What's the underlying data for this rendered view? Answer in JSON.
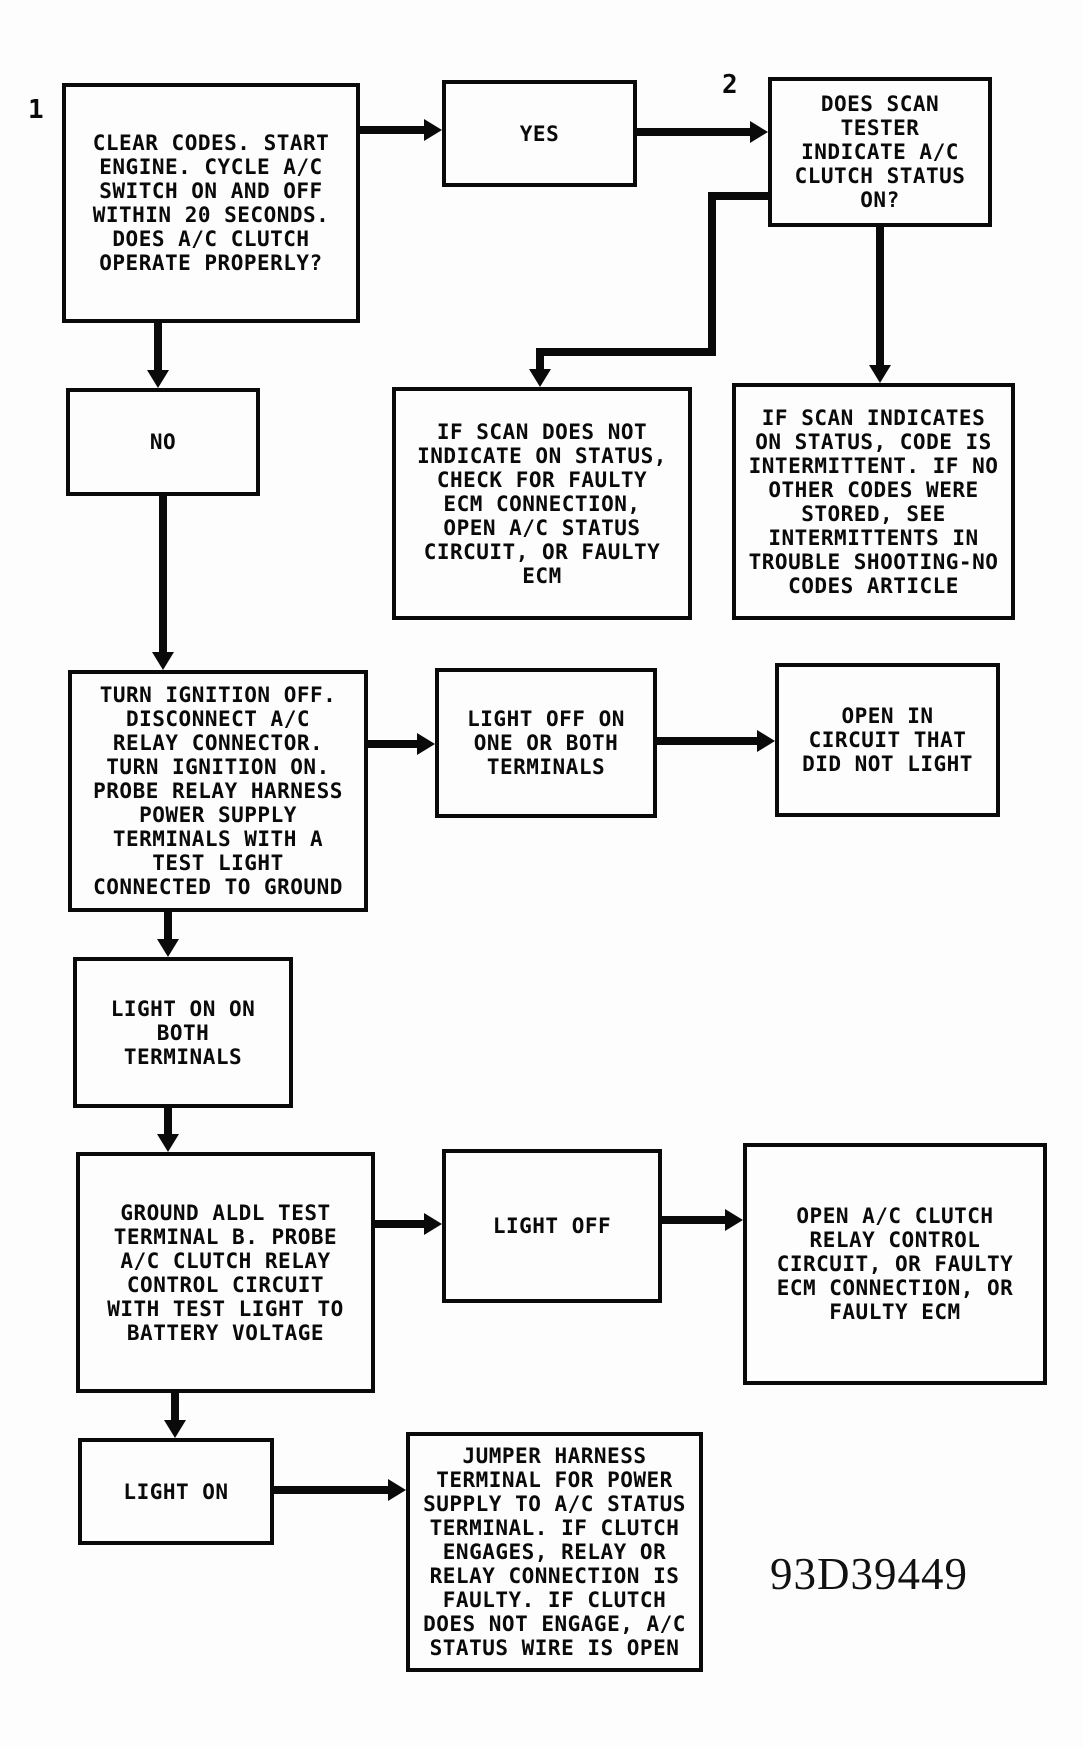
{
  "figure": {
    "id_code": "93D39449"
  },
  "colors": {
    "ink": "#0a0a0a",
    "paper": "#fdfdfd"
  },
  "nodes": [
    {
      "label": "1",
      "text": "CLEAR CODES. START\nENGINE. CYCLE A/C\nSWITCH ON AND OFF\nWITHIN 20 SECONDS.\nDOES A/C CLUTCH\nOPERATE PROPERLY?"
    },
    {
      "text": "YES"
    },
    {
      "label": "2",
      "text": "DOES SCAN\nTESTER\nINDICATE A/C\nCLUTCH STATUS\nON?"
    },
    {
      "text": "IF SCAN DOES NOT\nINDICATE ON STATUS,\nCHECK FOR FAULTY\nECM CONNECTION,\nOPEN A/C STATUS\nCIRCUIT, OR FAULTY\nECM"
    },
    {
      "text": "IF SCAN INDICATES\nON STATUS, CODE IS\nINTERMITTENT. IF NO\nOTHER CODES WERE\nSTORED, SEE\nINTERMITTENTS IN\nTROUBLE SHOOTING-NO\nCODES ARTICLE"
    },
    {
      "text": "NO"
    },
    {
      "text": "TURN IGNITION OFF.\nDISCONNECT A/C\nRELAY CONNECTOR.\nTURN IGNITION ON.\nPROBE RELAY HARNESS\nPOWER SUPPLY\nTERMINALS WITH A\nTEST LIGHT\nCONNECTED TO GROUND"
    },
    {
      "text": "LIGHT OFF ON\nONE OR BOTH\nTERMINALS"
    },
    {
      "text": "OPEN IN\nCIRCUIT THAT\nDID NOT LIGHT"
    },
    {
      "text": "LIGHT ON ON\nBOTH\nTERMINALS"
    },
    {
      "text": "GROUND ALDL TEST\nTERMINAL B. PROBE\nA/C CLUTCH RELAY\nCONTROL CIRCUIT\nWITH TEST LIGHT TO\nBATTERY VOLTAGE"
    },
    {
      "text": "LIGHT OFF"
    },
    {
      "text": "OPEN A/C CLUTCH\nRELAY CONTROL\nCIRCUIT, OR FAULTY\nECM CONNECTION, OR\nFAULTY ECM"
    },
    {
      "text": "LIGHT ON"
    },
    {
      "text": "JUMPER HARNESS\nTERMINAL FOR POWER\nSUPPLY TO A/C STATUS\nTERMINAL. IF CLUTCH\nENGAGES, RELAY OR\nRELAY CONNECTION IS\nFAULTY. IF CLUTCH\nDOES NOT ENGAGE, A/C\nSTATUS WIRE IS OPEN"
    }
  ]
}
